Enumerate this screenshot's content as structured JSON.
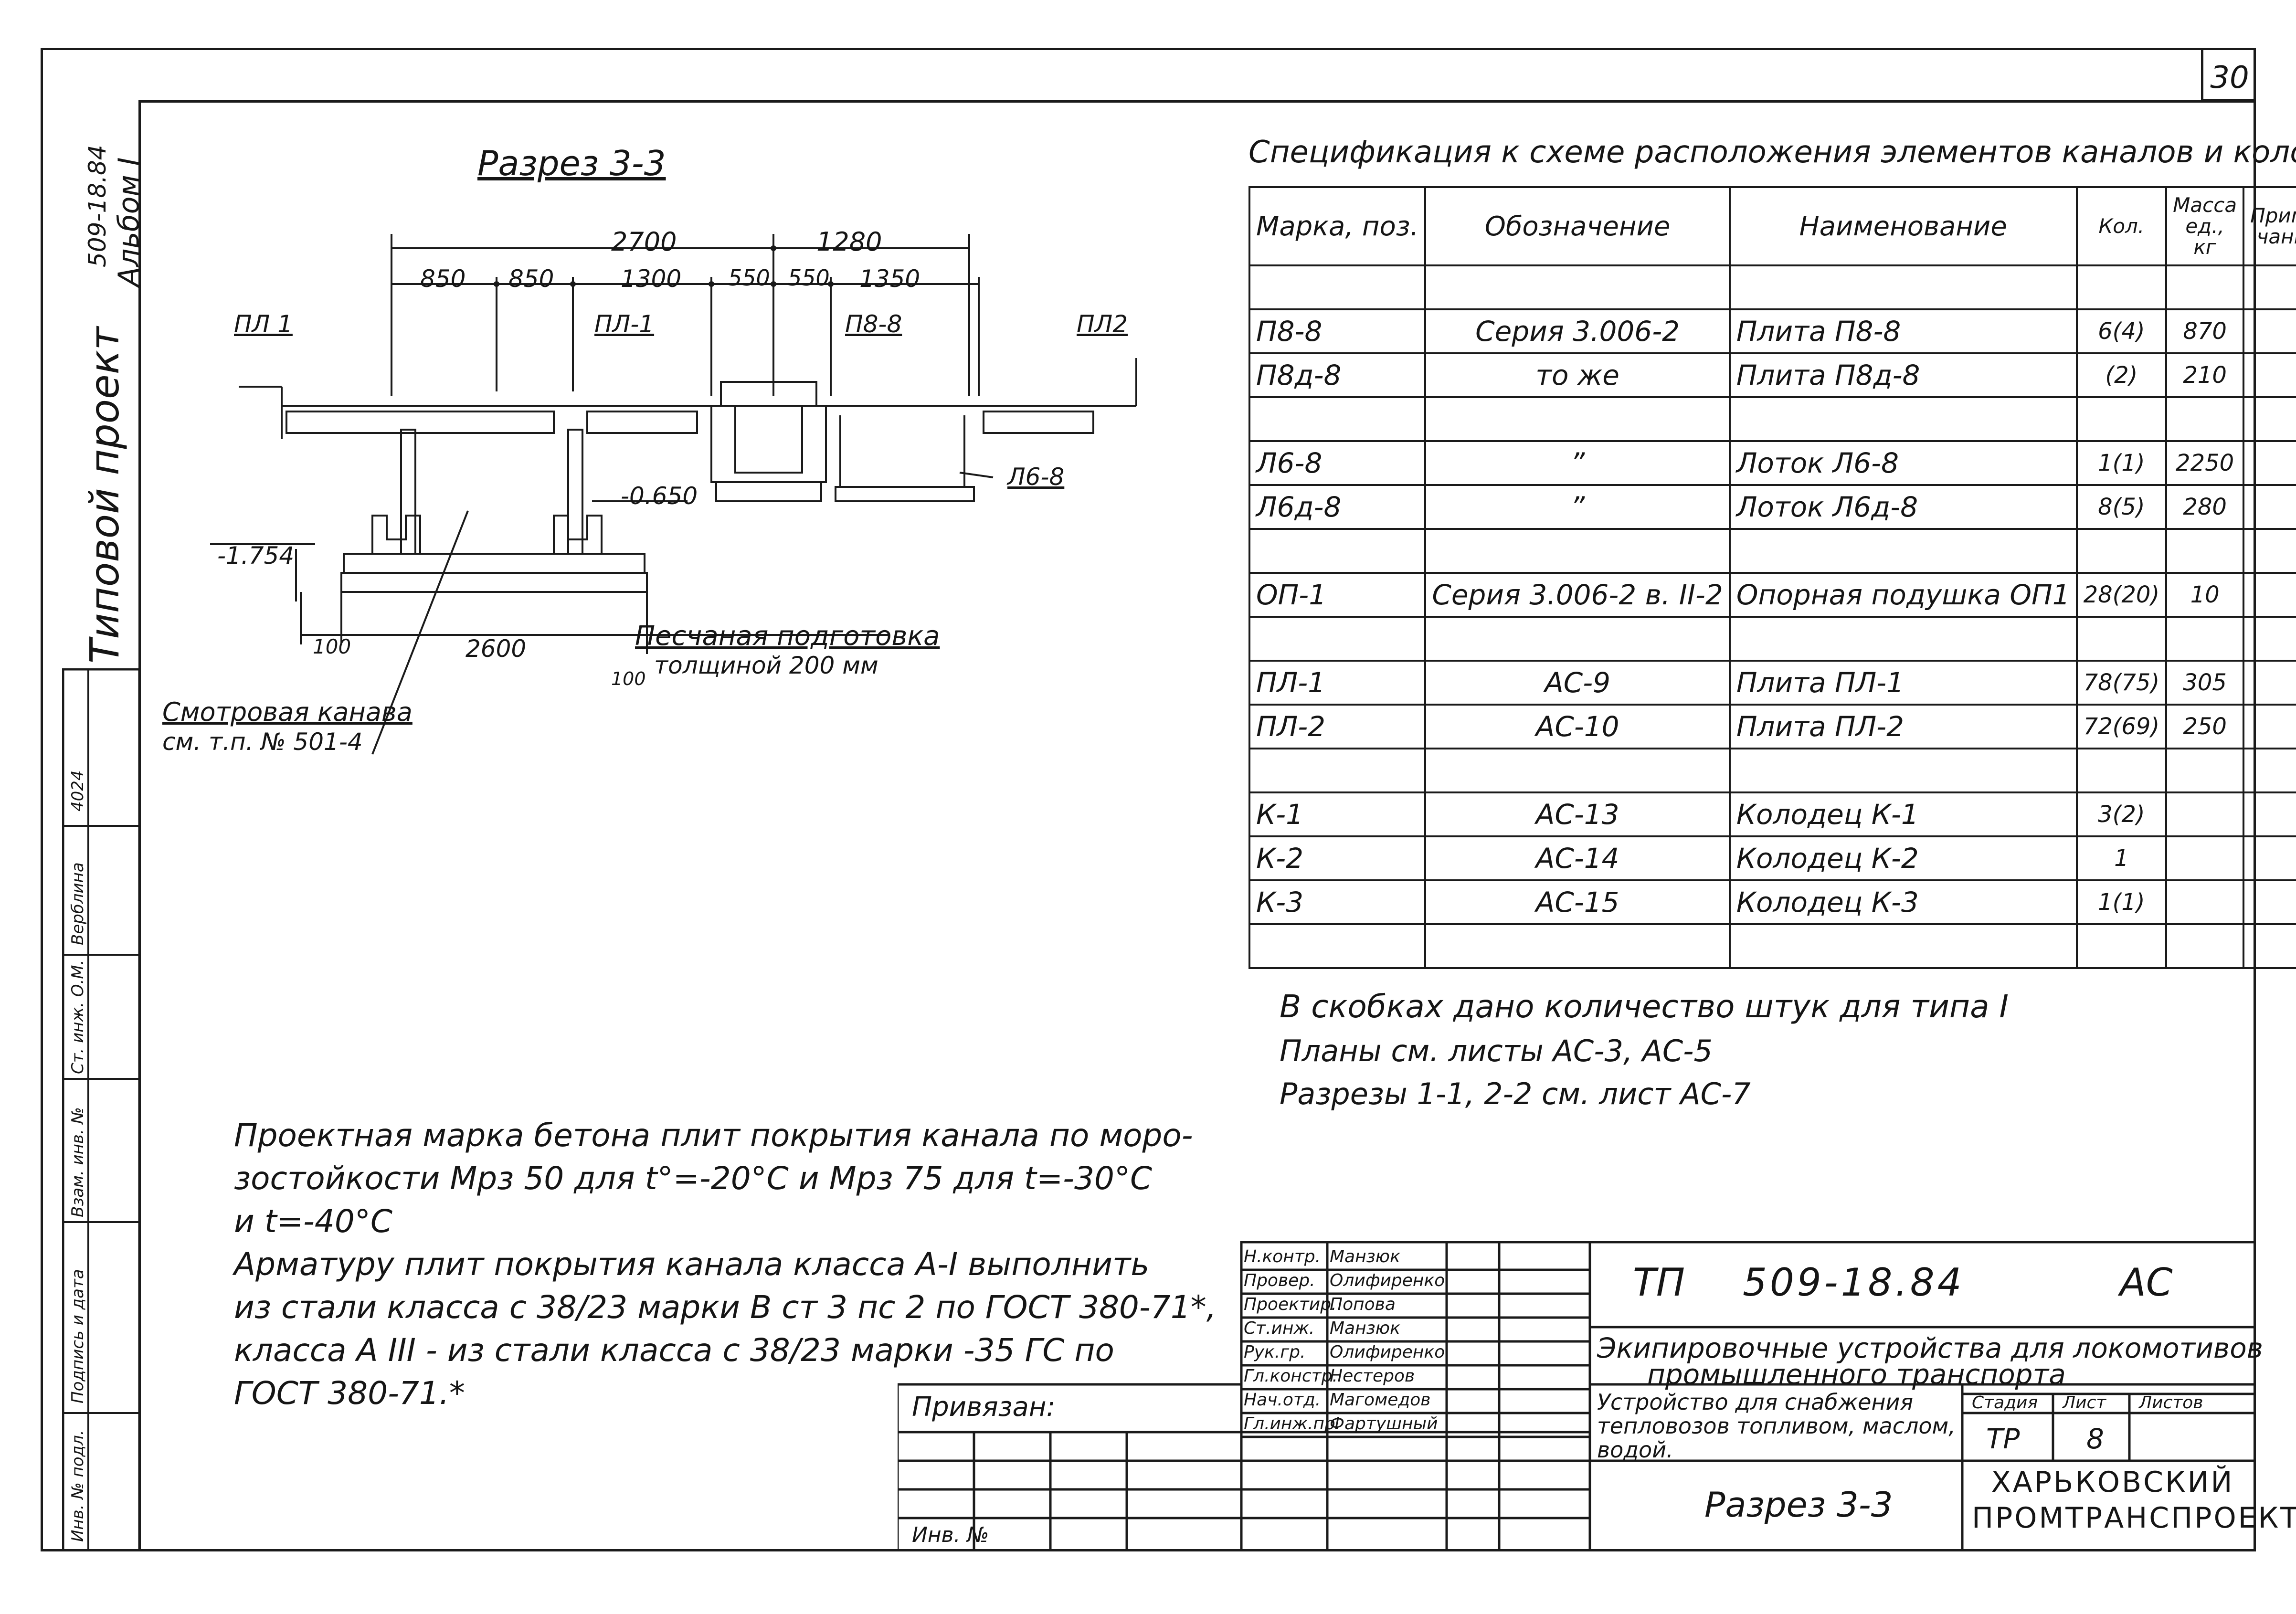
{
  "page_number": "30",
  "side": {
    "project_title": "Типовой проект",
    "project_number": "509-18.84",
    "album": "Альбом I",
    "stamp_cells": [
      "Инв. № подл.",
      "Подпись и дата",
      "Взам. инв. №",
      "Ст. инж. О.М.",
      "Верблина",
      "4024"
    ]
  },
  "section": {
    "title": "Разрез 3-3",
    "dims_top": [
      "2700",
      "1280"
    ],
    "dims_mid": [
      "850",
      "850",
      "1300",
      "550",
      "550",
      "1350"
    ],
    "labels": [
      "ПЛ 1",
      "ПЛ-1",
      "П8-8",
      "ПЛ2",
      "Л6-8",
      "-0.650",
      "-1.754"
    ],
    "dims_bottom": [
      "100",
      "2600",
      "100"
    ],
    "sand_note": [
      "Песчаная подготовка",
      "толщиной 200 мм"
    ],
    "pit_note": [
      "Смотровая канава",
      "см. т.п. № 501-4"
    ]
  },
  "spec": {
    "title": "Спецификация к схеме расположения элементов каналов и колодцев",
    "headers": [
      "Марка, поз.",
      "Обозначение",
      "Наименование",
      "Кол.",
      "Масса ед., кг",
      "Приме-чание"
    ],
    "rows": [
      [
        "",
        "",
        "",
        "",
        "",
        ""
      ],
      [
        "П8-8",
        "Серия 3.006-2",
        "Плита П8-8",
        "6(4)",
        "870",
        ""
      ],
      [
        "П8д-8",
        "то же",
        "Плита П8д-8",
        "(2)",
        "210",
        ""
      ],
      [
        "",
        "",
        "",
        "",
        "",
        ""
      ],
      [
        "Л6-8",
        "”",
        "Лоток Л6-8",
        "1(1)",
        "2250",
        ""
      ],
      [
        "Л6д-8",
        "”",
        "Лоток Л6д-8",
        "8(5)",
        "280",
        ""
      ],
      [
        "",
        "",
        "",
        "",
        "",
        ""
      ],
      [
        "ОП-1",
        "Серия 3.006-2 в. II-2",
        "Опорная подушка ОП1",
        "28(20)",
        "10",
        ""
      ],
      [
        "",
        "",
        "",
        "",
        "",
        ""
      ],
      [
        "ПЛ-1",
        "АС-9",
        "Плита ПЛ-1",
        "78(75)",
        "305",
        ""
      ],
      [
        "ПЛ-2",
        "АС-10",
        "Плита ПЛ-2",
        "72(69)",
        "250",
        ""
      ],
      [
        "",
        "",
        "",
        "",
        "",
        ""
      ],
      [
        "К-1",
        "АС-13",
        "Колодец К-1",
        "3(2)",
        "",
        ""
      ],
      [
        "К-2",
        "АС-14",
        "Колодец К-2",
        "1",
        "",
        ""
      ],
      [
        "К-3",
        "АС-15",
        "Колодец К-3",
        "1(1)",
        "",
        ""
      ],
      [
        "",
        "",
        "",
        "",
        "",
        ""
      ]
    ]
  },
  "notes_right": [
    "В скобках дано количество штук для типа I",
    "Планы  см. листы АС-3, АС-5",
    "Разрезы  1-1, 2-2  см. лист АС-7"
  ],
  "notes_left": [
    "Проектная марка бетона плит покрытия канала по моро-",
    "зостойкости Мрз 50 для t°=-20°С и Мрз 75 для t=-30°С",
    "и t=-40°С",
    "Арматуру плит покрытия канала класса А-I выполнить",
    "из стали класса с 38/23 марки В ст 3 пс 2 по ГОСТ 380-71*,",
    "класса А III - из стали класса с 38/23 марки -35 ГС по",
    "ГОСТ 380-71.*"
  ],
  "title_block": {
    "privyazan": "Привязан:",
    "inv": "Инв. №",
    "roles": [
      "Н.контр.",
      "Провер.",
      "Проектир.",
      "Ст.инж.",
      "Рук.гр.",
      "Гл.констр.",
      "Нач.отд.",
      "Гл.инж.пр."
    ],
    "names": [
      "Манзюк",
      "Олифиренко",
      "Попова",
      "Манзюк",
      "Олифиренко",
      "Нестеров",
      "Магомедов",
      "Фартушный"
    ],
    "code_prefix": "ТП",
    "code": "509-18.84",
    "mark": "АС",
    "object_title": [
      "Экипировочные устройства для локомотивов",
      "промышленного транспорта"
    ],
    "sheet_title": [
      "Устройство для снабжения",
      "тепловозов топливом, маслом,",
      "водой."
    ],
    "stage_head": "Стадия",
    "sheet_head": "Лист",
    "sheets_head": "Листов",
    "stage": "ТР",
    "sheet": "8",
    "drawing_name": "Разрез 3-3",
    "org": [
      "ХАРЬКОВСКИЙ",
      "ПРОМТРАНСПРОЕКТ"
    ]
  }
}
